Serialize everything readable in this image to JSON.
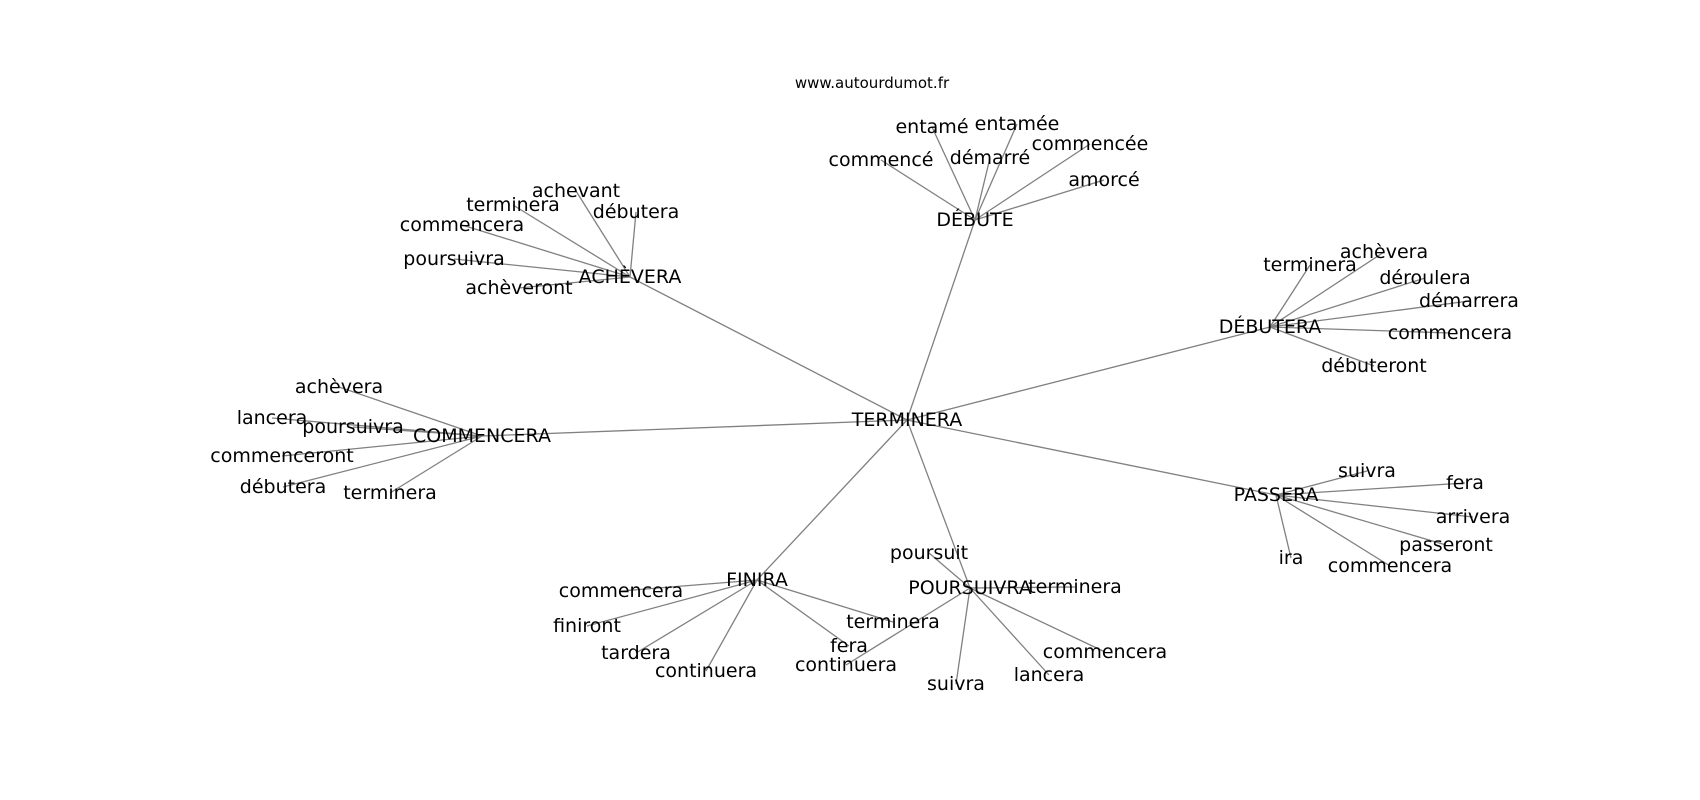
{
  "source": "www.autourdumot.fr",
  "center": "TERMINERA",
  "hubs": [
    {
      "id": "debute",
      "label": "DÉBUTE",
      "leaves": [
        "entamé",
        "entamée",
        "commencée",
        "commencé",
        "démarré",
        "amorcé"
      ]
    },
    {
      "id": "achevera",
      "label": "ACHÈVERA",
      "leaves": [
        "achevant",
        "terminera",
        "débutera",
        "commencera",
        "poursuivra",
        "achèveront"
      ]
    },
    {
      "id": "debutera",
      "label": "DÉBUTERA",
      "leaves": [
        "achèvera",
        "terminera",
        "déroulera",
        "démarrera",
        "commencera",
        "débuteront"
      ]
    },
    {
      "id": "commencera",
      "label": "COMMENCERA",
      "leaves": [
        "achèvera",
        "lancera",
        "poursuivra",
        "commenceront",
        "débutera",
        "terminera"
      ]
    },
    {
      "id": "passera",
      "label": "PASSERA",
      "leaves": [
        "suivra",
        "fera",
        "arrivera",
        "passeront",
        "ira",
        "commencera"
      ]
    },
    {
      "id": "finira",
      "label": "FINIRA",
      "leaves": [
        "commencera",
        "finiront",
        "tardera",
        "continuera",
        "fera",
        "terminera"
      ]
    },
    {
      "id": "poursuivra",
      "label": "POURSUIVRA",
      "leaves": [
        "poursuit",
        "terminera",
        "commencera",
        "lancera",
        "suivra",
        "continuera"
      ]
    }
  ]
}
